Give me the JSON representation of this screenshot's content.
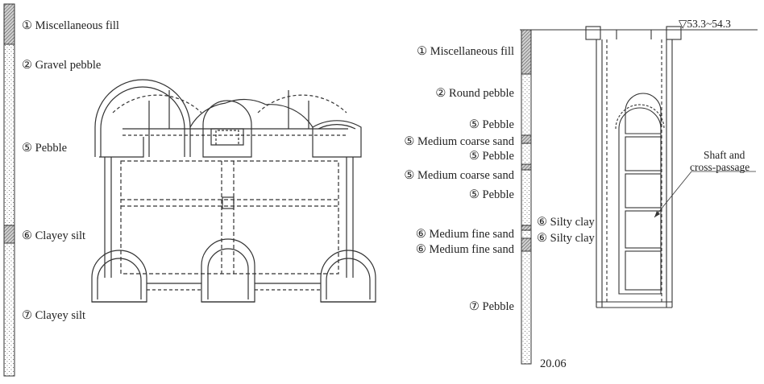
{
  "left_column": {
    "layers": [
      {
        "text": "① Miscellaneous fill"
      },
      {
        "text": "② Gravel pebble"
      },
      {
        "text": "⑤ Pebble"
      },
      {
        "text": "⑥ Clayey silt"
      },
      {
        "text": "⑦ Clayey silt"
      }
    ]
  },
  "right_column": {
    "layers": [
      {
        "text": "① Miscellaneous fill"
      },
      {
        "text": "② Round pebble"
      },
      {
        "text": "⑤ Pebble"
      },
      {
        "text": "⑤ Medium coarse sand"
      },
      {
        "text": "⑤ Pebble"
      },
      {
        "text": "⑤ Medium coarse sand"
      },
      {
        "text": "⑤ Pebble"
      },
      {
        "text": "⑥ Medium fine sand"
      },
      {
        "text": "⑥ Medium fine sand"
      },
      {
        "text": "⑦ Pebble"
      }
    ],
    "side_labels": [
      {
        "text": "⑥ Silty clay"
      },
      {
        "text": "⑥ Silty clay"
      }
    ],
    "bottom_depth": "20.06",
    "elevation": "▽53.3~54.3"
  },
  "annotation": {
    "line1": "Shaft and",
    "line2": "cross-passage"
  }
}
